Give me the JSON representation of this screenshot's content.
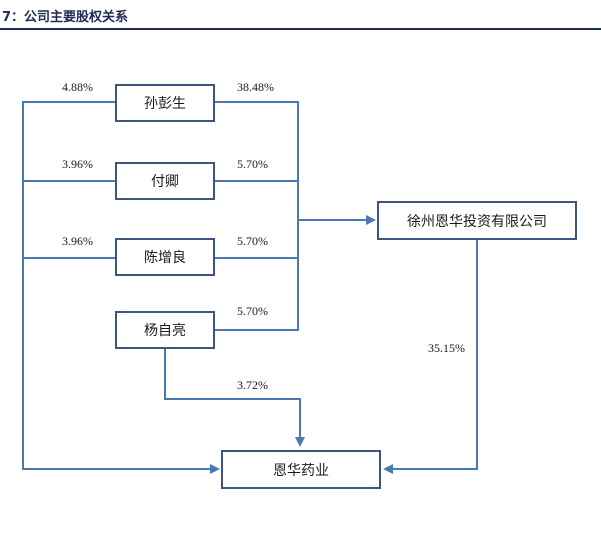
{
  "header": {
    "title": "7：公司主要股权关系"
  },
  "nodes": {
    "sun": "孙彭生",
    "fu": "付卿",
    "chen": "陈增良",
    "yang": "杨自亮",
    "xuzhou": "徐州恩华投资有限公司",
    "enhua": "恩华药业"
  },
  "labels": {
    "sun_enhua": "4.88%",
    "sun_xuzhou": "38.48%",
    "fu_enhua": "3.96%",
    "fu_xuzhou": "5.70%",
    "chen_enhua": "3.96%",
    "chen_xuzhou": "5.70%",
    "yang_xuzhou": "5.70%",
    "yang_enhua": "3.72%",
    "xuzhou_enhua": "35.15%"
  },
  "colors": {
    "line": "#4a78b0",
    "box_border": "#3d5580",
    "header": "#1f2a56"
  }
}
